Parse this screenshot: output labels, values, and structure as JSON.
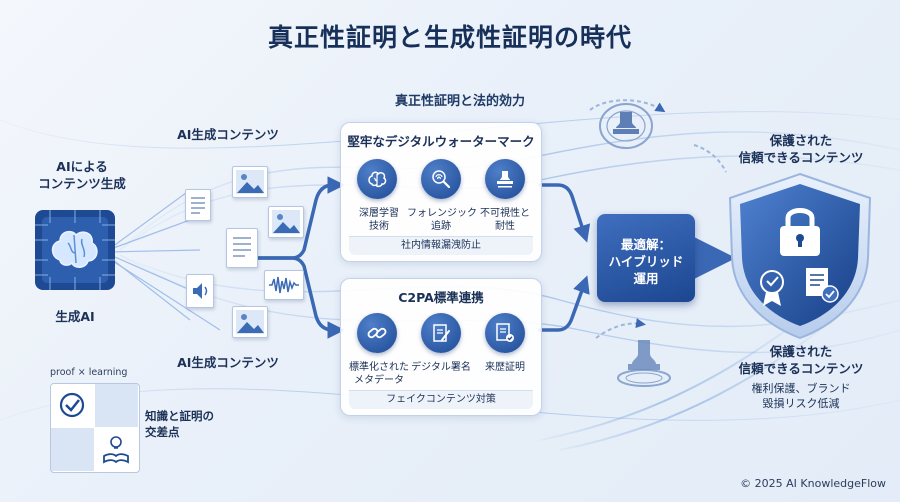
{
  "title": "真正性証明と生成性証明の時代",
  "subtitle": "真正性証明と法的効力",
  "left": {
    "ai_heading_line1": "AIによる",
    "ai_heading_line2": "コンテンツ生成",
    "gen_ai_label": "生成AI",
    "content_label_top": "AI生成コンテンツ",
    "content_label_bottom": "AI生成コンテンツ"
  },
  "panel_top": {
    "title": "堅牢なデジタルウォーターマーク",
    "items": [
      {
        "line1": "深層学習",
        "line2": "技術",
        "icon": "brain-icon"
      },
      {
        "line1": "フォレンジック",
        "line2": "追跡",
        "icon": "fingerprint-icon"
      },
      {
        "line1": "不可視性と",
        "line2": "耐性",
        "icon": "stamp-icon"
      }
    ],
    "footer": "社内情報漏洩防止"
  },
  "panel_bottom": {
    "title": "C2PA標準連携",
    "items": [
      {
        "line1": "標準化された",
        "line2": "メタデータ",
        "icon": "link-icon"
      },
      {
        "line1": "デジタル署名",
        "line2": "",
        "icon": "signature-icon"
      },
      {
        "line1": "来歴証明",
        "line2": "",
        "icon": "certificate-icon"
      }
    ],
    "footer": "フェイクコンテンツ対策"
  },
  "solution": {
    "line1": "最適解：",
    "line2": "ハイブリッド",
    "line3": "運用"
  },
  "right": {
    "top_line1": "保護された",
    "top_line2": "信頼できるコンテンツ",
    "bottom_line1": "保護された",
    "bottom_line2": "信頼できるコンテンツ",
    "bottom_desc1": "権利保護、ブランド",
    "bottom_desc2": "毀損リスク低減"
  },
  "bottom_left": {
    "caption": "proof  × learning",
    "label_line1": "知識と証明の",
    "label_line2": "交差点"
  },
  "copyright": "© 2025 AI KnowledgeFlow",
  "colors": {
    "primary": "#1e4a94",
    "accent": "#3f6fbf",
    "text": "#1b3157"
  }
}
